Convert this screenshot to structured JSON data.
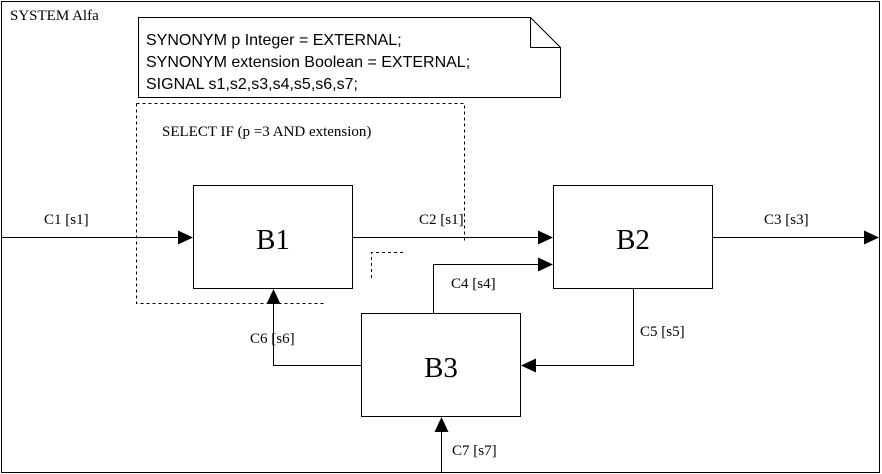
{
  "system": {
    "title": "SYSTEM Alfa"
  },
  "note": {
    "lines": [
      "SYNONYM p Integer = EXTERNAL;",
      "SYNONYM extension Boolean = EXTERNAL;",
      "SIGNAL s1,s2,s3,s4,s5,s6,s7;"
    ]
  },
  "select": {
    "label": "SELECT IF (p =3 AND extension)"
  },
  "blocks": {
    "b1": "B1",
    "b2": "B2",
    "b3": "B3"
  },
  "channels": {
    "c1": "C1 [s1]",
    "c2": "C2 [s1]",
    "c3": "C3 [s3]",
    "c4": "C4 [s4]",
    "c5": "C5 [s5]",
    "c6": "C6 [s6]",
    "c7": "C7 [s7]"
  }
}
